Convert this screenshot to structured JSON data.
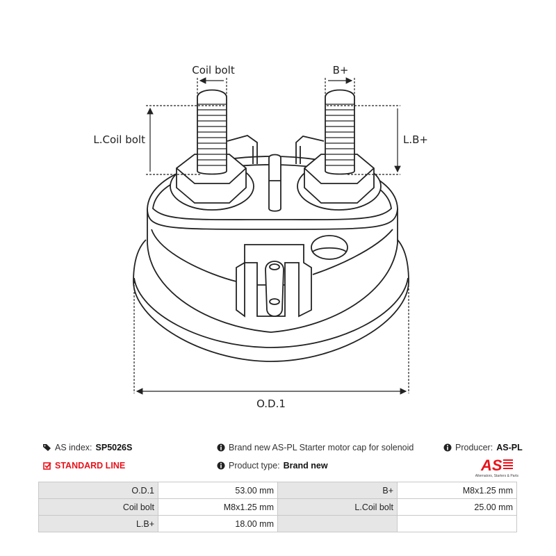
{
  "drawing": {
    "labels": {
      "coil_bolt": "Coil bolt",
      "b_plus": "B+",
      "l_coil_bolt": "L.Coil bolt",
      "l_b_plus": "L.B+",
      "od1": "O.D.1"
    }
  },
  "info": {
    "as_index_label": "AS index:",
    "as_index_value": "SP5026S",
    "line": "STANDARD LINE",
    "description": "Brand new AS-PL Starter motor cap for solenoid",
    "product_type_label": "Product type:",
    "product_type_value": "Brand new",
    "producer_label": "Producer:",
    "producer_value": "AS-PL",
    "logo_text": "AS",
    "logo_tagline": "Alternators, Starters & Parts"
  },
  "colors": {
    "accent": "#e8121b",
    "label_bg": "#e6e6e6",
    "border": "#c8c8c8"
  },
  "specs": [
    [
      {
        "label": "O.D.1",
        "value": "53.00 mm"
      },
      {
        "label": "B+",
        "value": "M8x1.25 mm"
      }
    ],
    [
      {
        "label": "Coil bolt",
        "value": "M8x1.25 mm"
      },
      {
        "label": "L.Coil bolt",
        "value": "25.00 mm"
      }
    ],
    [
      {
        "label": "L.B+",
        "value": "18.00 mm"
      },
      {
        "label": "",
        "value": ""
      }
    ]
  ]
}
